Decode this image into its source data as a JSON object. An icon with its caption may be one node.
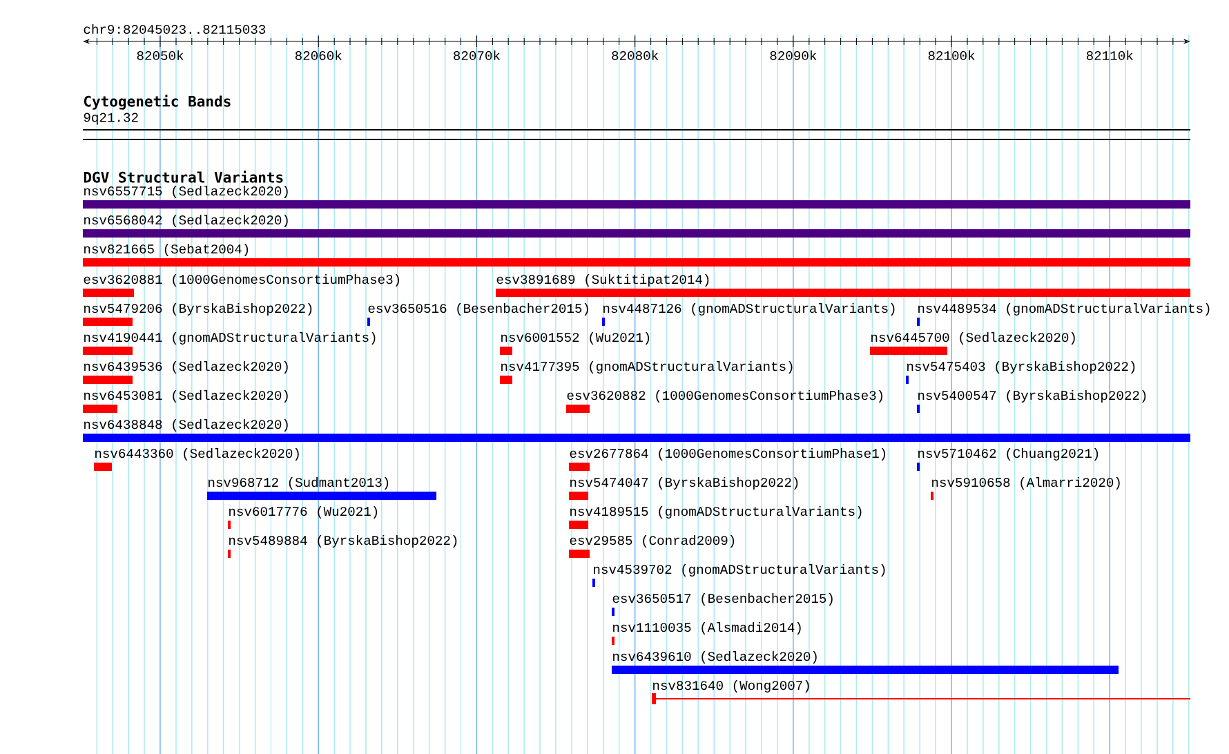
{
  "diagram": {
    "nodes": [
      {
        "text": [
          "nsv6557715 (Sedlazeck2020)"
        ]
      },
      {
        "text": [
          "nsv6568042 (Sedlazeck2020)"
        ]
      },
      {
        "text": [
          "nsv821665 (Sebat2004)"
        ]
      },
      {
        "text": [
          "esv3620881 (1000GenomesConsortiumPhase3)"
        ]
      },
      {
        "text": [
          "esv3891689 (Suktitipat2014)"
        ]
      },
      {
        "text": [
          "nsv5479206 (ByrskaBishop2022)"
        ]
      },
      {
        "text": [
          "esv3650516 (Besenbacher2015)"
        ]
      },
      {
        "text": [
          "nsv4487126 (gnomADStructuralVariants)"
        ]
      },
      {
        "text": [
          "nsv4489534 (gnomADStructuralVariants)"
        ]
      },
      {
        "text": [
          "nsv4190441 (gnomADStructuralVariants)"
        ]
      },
      {
        "text": [
          "nsv6001552 (Wu2021)"
        ]
      },
      {
        "text": [
          "nsv6445700 (Sedlazeck2020)"
        ]
      },
      {
        "text": [
          "nsv6439536 (Sedlazeck2020)"
        ]
      },
      {
        "text": [
          "nsv4177395 (gnomADStructuralVariants)"
        ]
      },
      {
        "text": [
          "nsv5475403 (ByrskaBishop2022)"
        ]
      },
      {
        "text": [
          "nsv6453081 (Sedlazeck2020)"
        ]
      },
      {
        "text": [
          "esv3620882 (1000GenomesConsortiumPhase3)"
        ]
      },
      {
        "text": [
          "nsv5400547 (ByrskaBishop2022)"
        ]
      },
      {
        "text": [
          "nsv6438848 (Sedlazeck2020)"
        ]
      },
      {
        "text": [
          "nsv6443360 (Sedlazeck2020)"
        ]
      },
      {
        "text": [
          "esv2677864 (1000GenomesConsortiumPhase1)"
        ]
      },
      {
        "text": [
          "nsv5710462 (Chuang2021)"
        ]
      },
      {
        "text": [
          "nsv968712 (Sudmant2013)"
        ]
      },
      {
        "text": [
          "nsv5474047 (ByrskaBishop2022)"
        ]
      },
      {
        "text": [
          "nsv5910658 (Almarri2020)"
        ]
      },
      {
        "text": [
          "nsv6017776 (Wu2021)"
        ]
      },
      {
        "text": [
          "nsv4189515 (gnomADStructuralVariants)"
        ]
      },
      {
        "text": [
          "nsv5489884 (ByrskaBishop2022)"
        ]
      },
      {
        "text": [
          "esv29585 (Conrad2009)"
        ]
      },
      {
        "text": [
          "nsv4539702 (gnomADStructuralVariants)"
        ]
      },
      {
        "text": [
          "esv3650517 (Besenbacher2015)"
        ]
      },
      {
        "text": [
          "nsv1110035 (Alsmadi2014)"
        ]
      },
      {
        "text": [
          "nsv6439610 (Sedlazeck2020)"
        ]
      },
      {
        "text": [
          "nsv831640 (Wong2007)"
        ]
      }
    ],
    "labels": [
      "chr9:82045023..82115033",
      "82050k",
      "82060k",
      "82070k",
      "82080k",
      "82090k",
      "82100k",
      "82110k",
      "Cytogenetic Bands",
      "9q21.32",
      "DGV Structural Variants"
    ]
  }
}
